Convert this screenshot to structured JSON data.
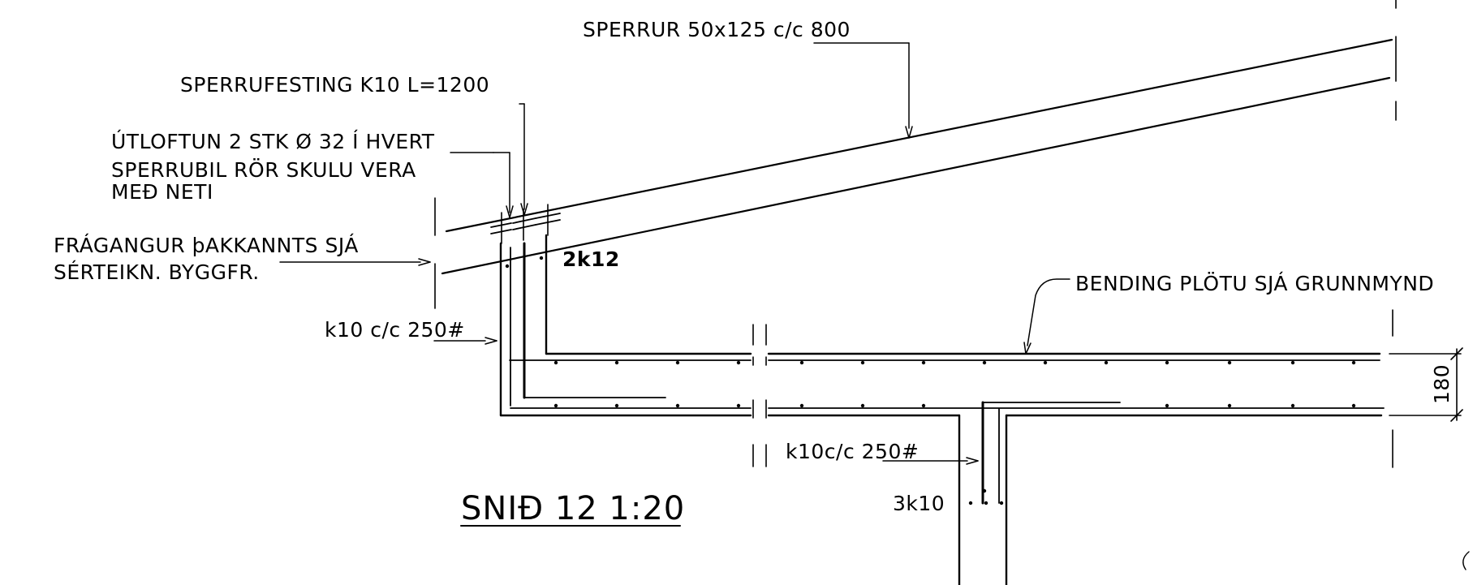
{
  "drawing": {
    "labels": {
      "sperrur": "SPERRUR 50x125 c/c 800",
      "sperrufesting": "SPERRUFESTING K10 L=1200",
      "utloftun_1": "ÚTLOFTUN 2 STK Ø 32 Í HVERT",
      "utloftun_2": "SPERRUBIL RÖR SKULU VERA",
      "utloftun_3": "MEÐ NETI",
      "fragangur_1": "FRÁGANGUR þAKKANNTS SJÁ",
      "fragangur_2": "SÉRTEIKN. BYGGFR.",
      "rebar_2k12": "2k12",
      "k10_edge": "k10 c/c 250#",
      "bending": "BENDING PLÖTU SJÁ GRUNNMYND",
      "dim_180": "180",
      "k10_wall": "k10c/c 250#",
      "rebar_3k10": "3k10"
    },
    "title": "SNIÐ 12 1:20"
  }
}
